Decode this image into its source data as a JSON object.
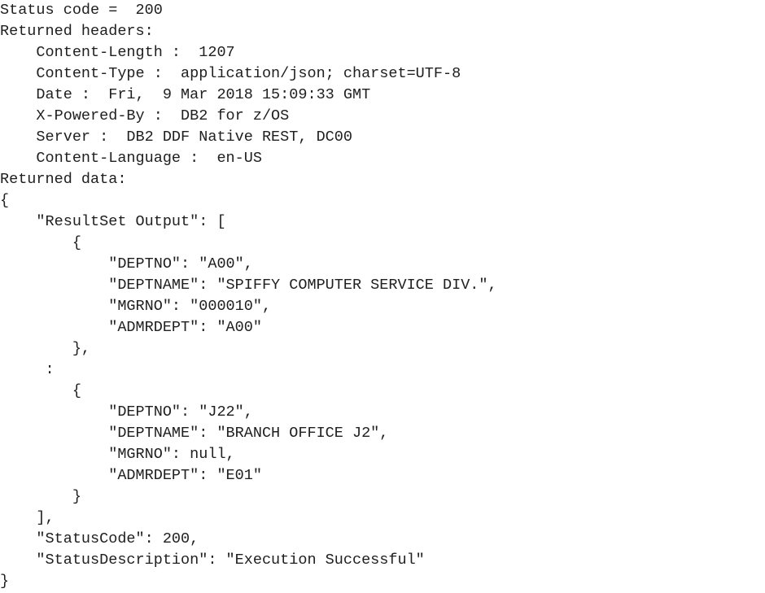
{
  "response": {
    "status_line": "Status code =  200",
    "headers_label": "Returned headers:",
    "headers": [
      "    Content-Length :  1207",
      "    Content-Type :  application/json; charset=UTF-8",
      "    Date :  Fri,  9 Mar 2018 15:09:33 GMT",
      "    X-Powered-By :  DB2 for z/OS",
      "    Server :  DB2 DDF Native REST, DC00",
      "    Content-Language :  en-US"
    ],
    "data_label": "Returned data:",
    "body": [
      "{",
      "    \"ResultSet Output\": [",
      "        {",
      "            \"DEPTNO\": \"A00\",",
      "            \"DEPTNAME\": \"SPIFFY COMPUTER SERVICE DIV.\",",
      "            \"MGRNO\": \"000010\",",
      "            \"ADMRDEPT\": \"A00\"",
      "        },",
      "     :",
      "        {",
      "            \"DEPTNO\": \"J22\",",
      "            \"DEPTNAME\": \"BRANCH OFFICE J2\",",
      "            \"MGRNO\": null,",
      "            \"ADMRDEPT\": \"E01\"",
      "        }",
      "    ],",
      "    \"StatusCode\": 200,",
      "    \"StatusDescription\": \"Execution Successful\"",
      "}"
    ]
  }
}
